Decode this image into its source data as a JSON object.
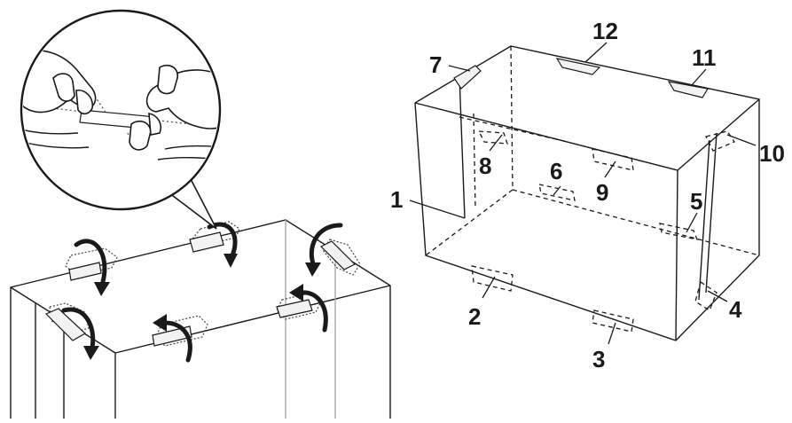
{
  "labels": {
    "l1": "1",
    "l2": "2",
    "l3": "3",
    "l4": "4",
    "l5": "5",
    "l6": "6",
    "l7": "7",
    "l8": "8",
    "l9": "9",
    "l10": "10",
    "l11": "11",
    "l12": "12"
  },
  "colors": {
    "line": "#1a1a1a",
    "tab_fill": "#f2f2f2",
    "background": "#ffffff"
  }
}
